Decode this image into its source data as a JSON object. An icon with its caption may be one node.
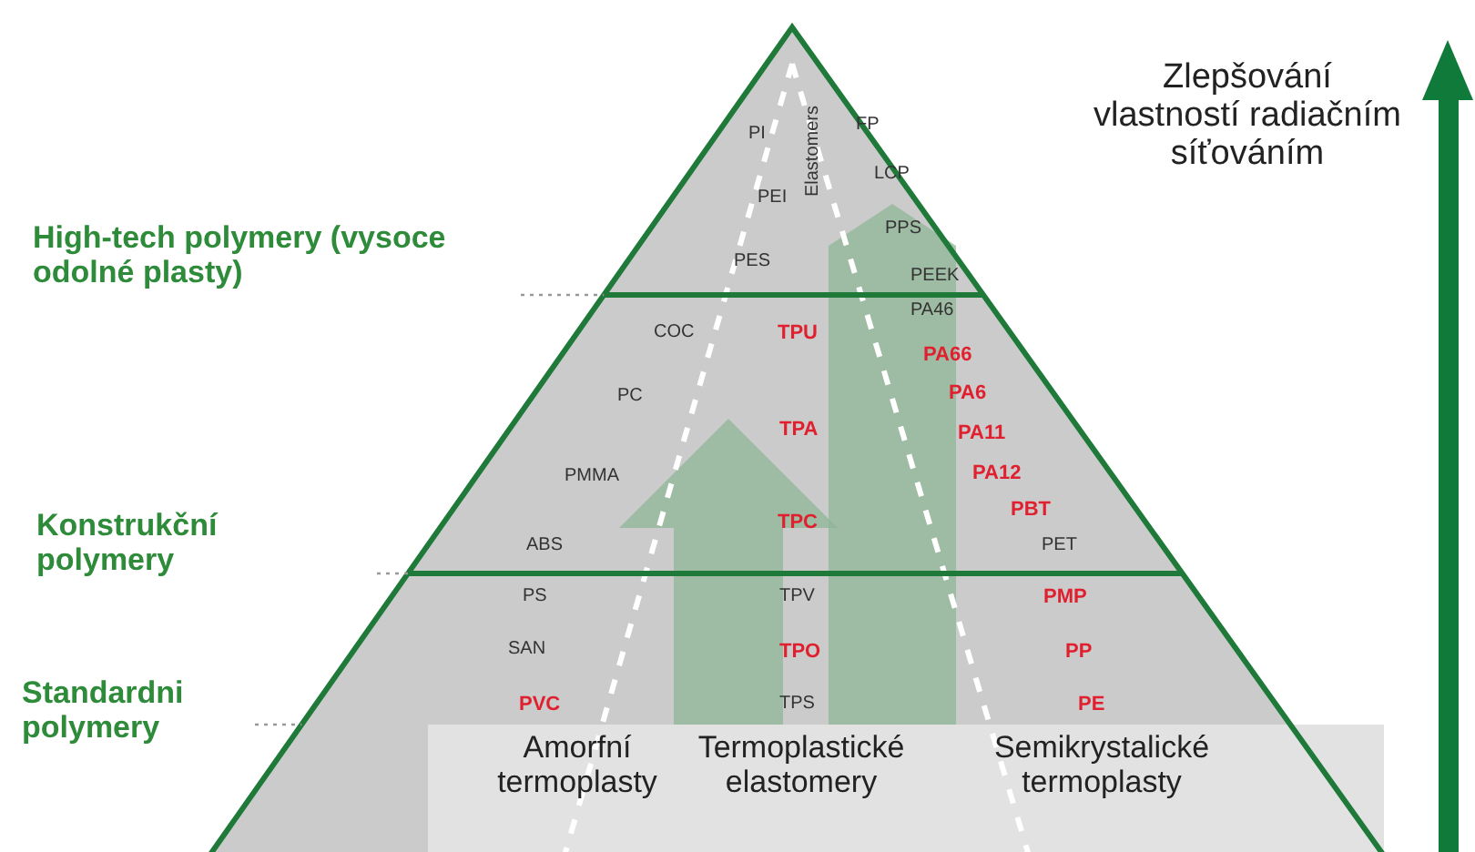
{
  "diagram": {
    "labels": [
      "Zlepšování vlastností radiačním síťováním",
      "PI",
      "FP",
      "Elastomers",
      "PEI",
      "LCP",
      "PPS",
      "PES",
      "PEEK",
      "High-tech polymery (vysoce odolné plasty)",
      "PA46",
      "COC",
      "TPU",
      "PA66",
      "PC",
      "PA6",
      "TPA",
      "PA11",
      "PMMA",
      "PA12",
      "PBT",
      "Konstrukční polymery",
      "TPC",
      "ABS",
      "PET",
      "PS",
      "TPV",
      "PMP",
      "SAN",
      "TPO",
      "PP",
      "Standardni polymery",
      "PVC",
      "TPS",
      "PE",
      "Amorfní termoplasty",
      "Termoplastické elastomery",
      "Semikrystalické termoplasty"
    ]
  }
}
